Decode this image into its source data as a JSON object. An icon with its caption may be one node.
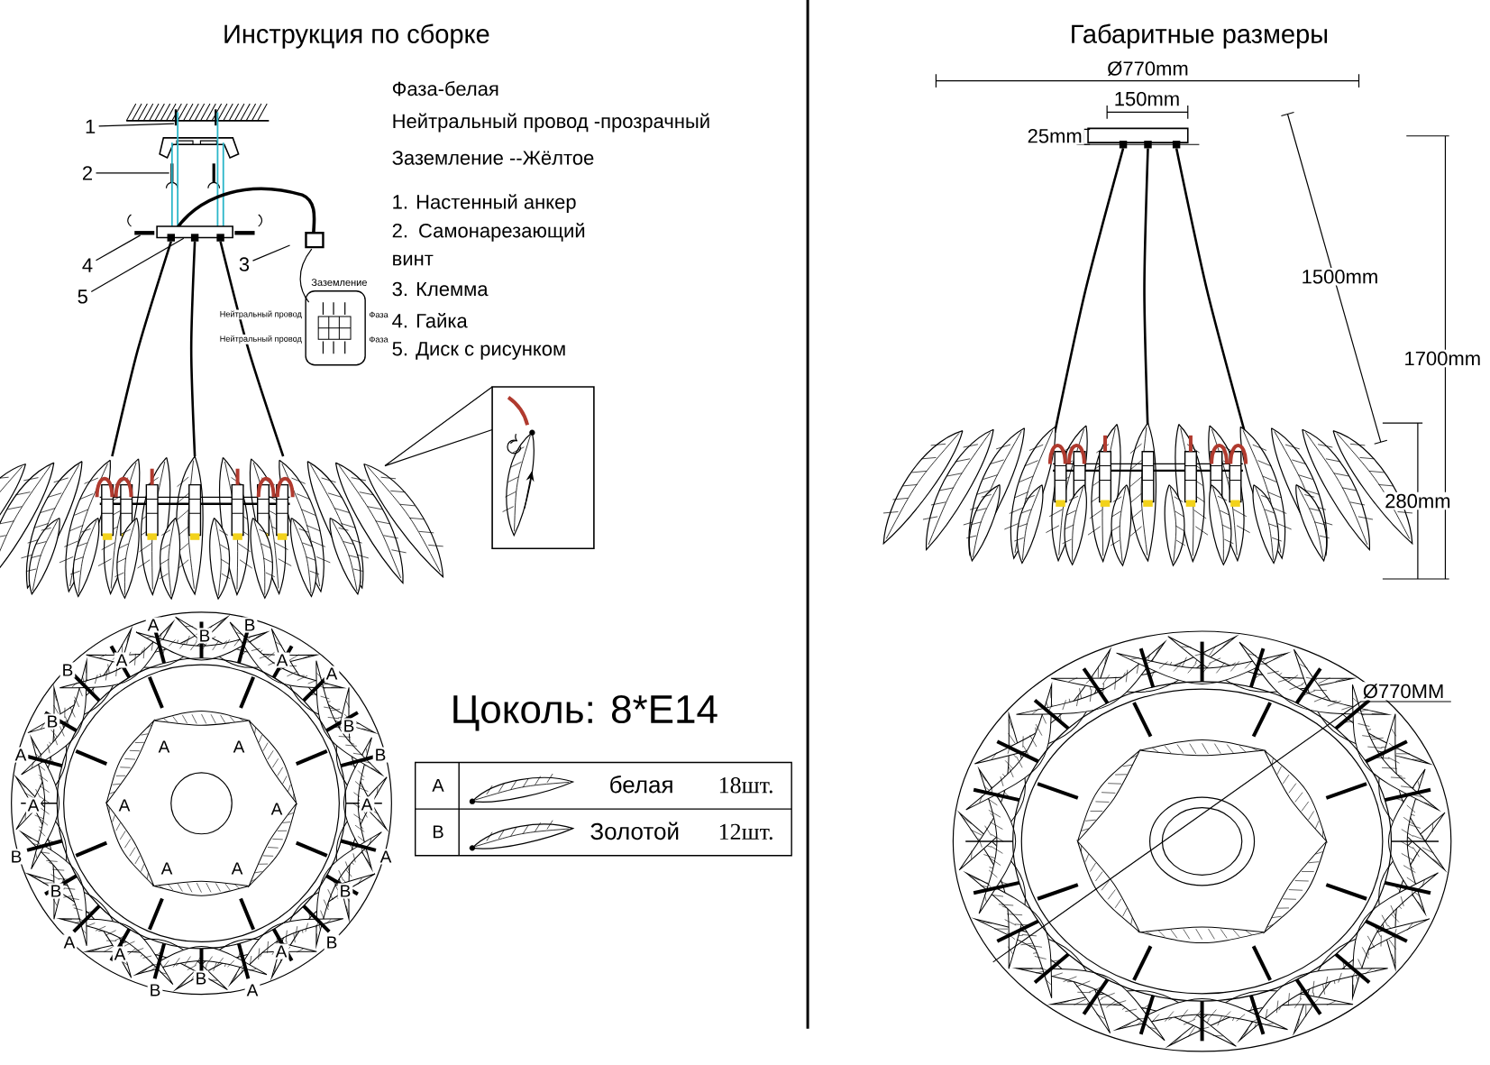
{
  "diagram": {
    "nodes": [
      {
        "text": [
          "1"
        ]
      },
      {
        "text": [
          "2"
        ]
      },
      {
        "text": [
          "3"
        ]
      },
      {
        "text": [
          "4"
        ]
      },
      {
        "text": [
          "5"
        ]
      },
      {
        "text": [
          "Заземление",
          "Нейтральный провод",
          "Фаза",
          "Нейтральный провод",
          "Фаза"
        ]
      },
      {
        "text": [],
        "shape": "box"
      },
      {
        "text": [],
        "shape": "bar"
      }
    ],
    "edges": [
      {
        "from": 0,
        "to": null,
        "arrow": "none"
      },
      {
        "from": 1,
        "to": null,
        "arrow": "none"
      },
      {
        "from": 2,
        "to": null,
        "arrow": "none"
      },
      {
        "from": 3,
        "to": 7,
        "arrow": "none"
      },
      {
        "from": 4,
        "to": 6,
        "arrow": "none"
      }
    ],
    "labels": [
      "Инструкция по сборке",
      "Габаритные размеры",
      "Фаза-белая",
      "Нейтральный провод -прозрачный",
      "Заземление --Жёлтое",
      "Ø770mm",
      "150mm",
      "25mm",
      "1. Настенный анкер",
      "2. Самонарезающий винт",
      "3. Клемма",
      "4. Гайка",
      "5. Диск с рисунком",
      "1500mm",
      "1700mm",
      "280mm",
      "Цоколь: 8*E14",
      "A",
      "B",
      "B",
      "A",
      "A",
      "B",
      "A",
      "B",
      "B",
      "A",
      "A",
      "A",
      "B",
      "A",
      "A",
      "A",
      "A",
      "B",
      "A",
      "A",
      "A",
      "B",
      "B",
      "A",
      "A",
      "A",
      "B",
      "B",
      "B",
      "A",
      "Ø770MM",
      "A",
      "белая",
      "18шт.",
      "B",
      "Золотой",
      "12шт."
    ]
  }
}
